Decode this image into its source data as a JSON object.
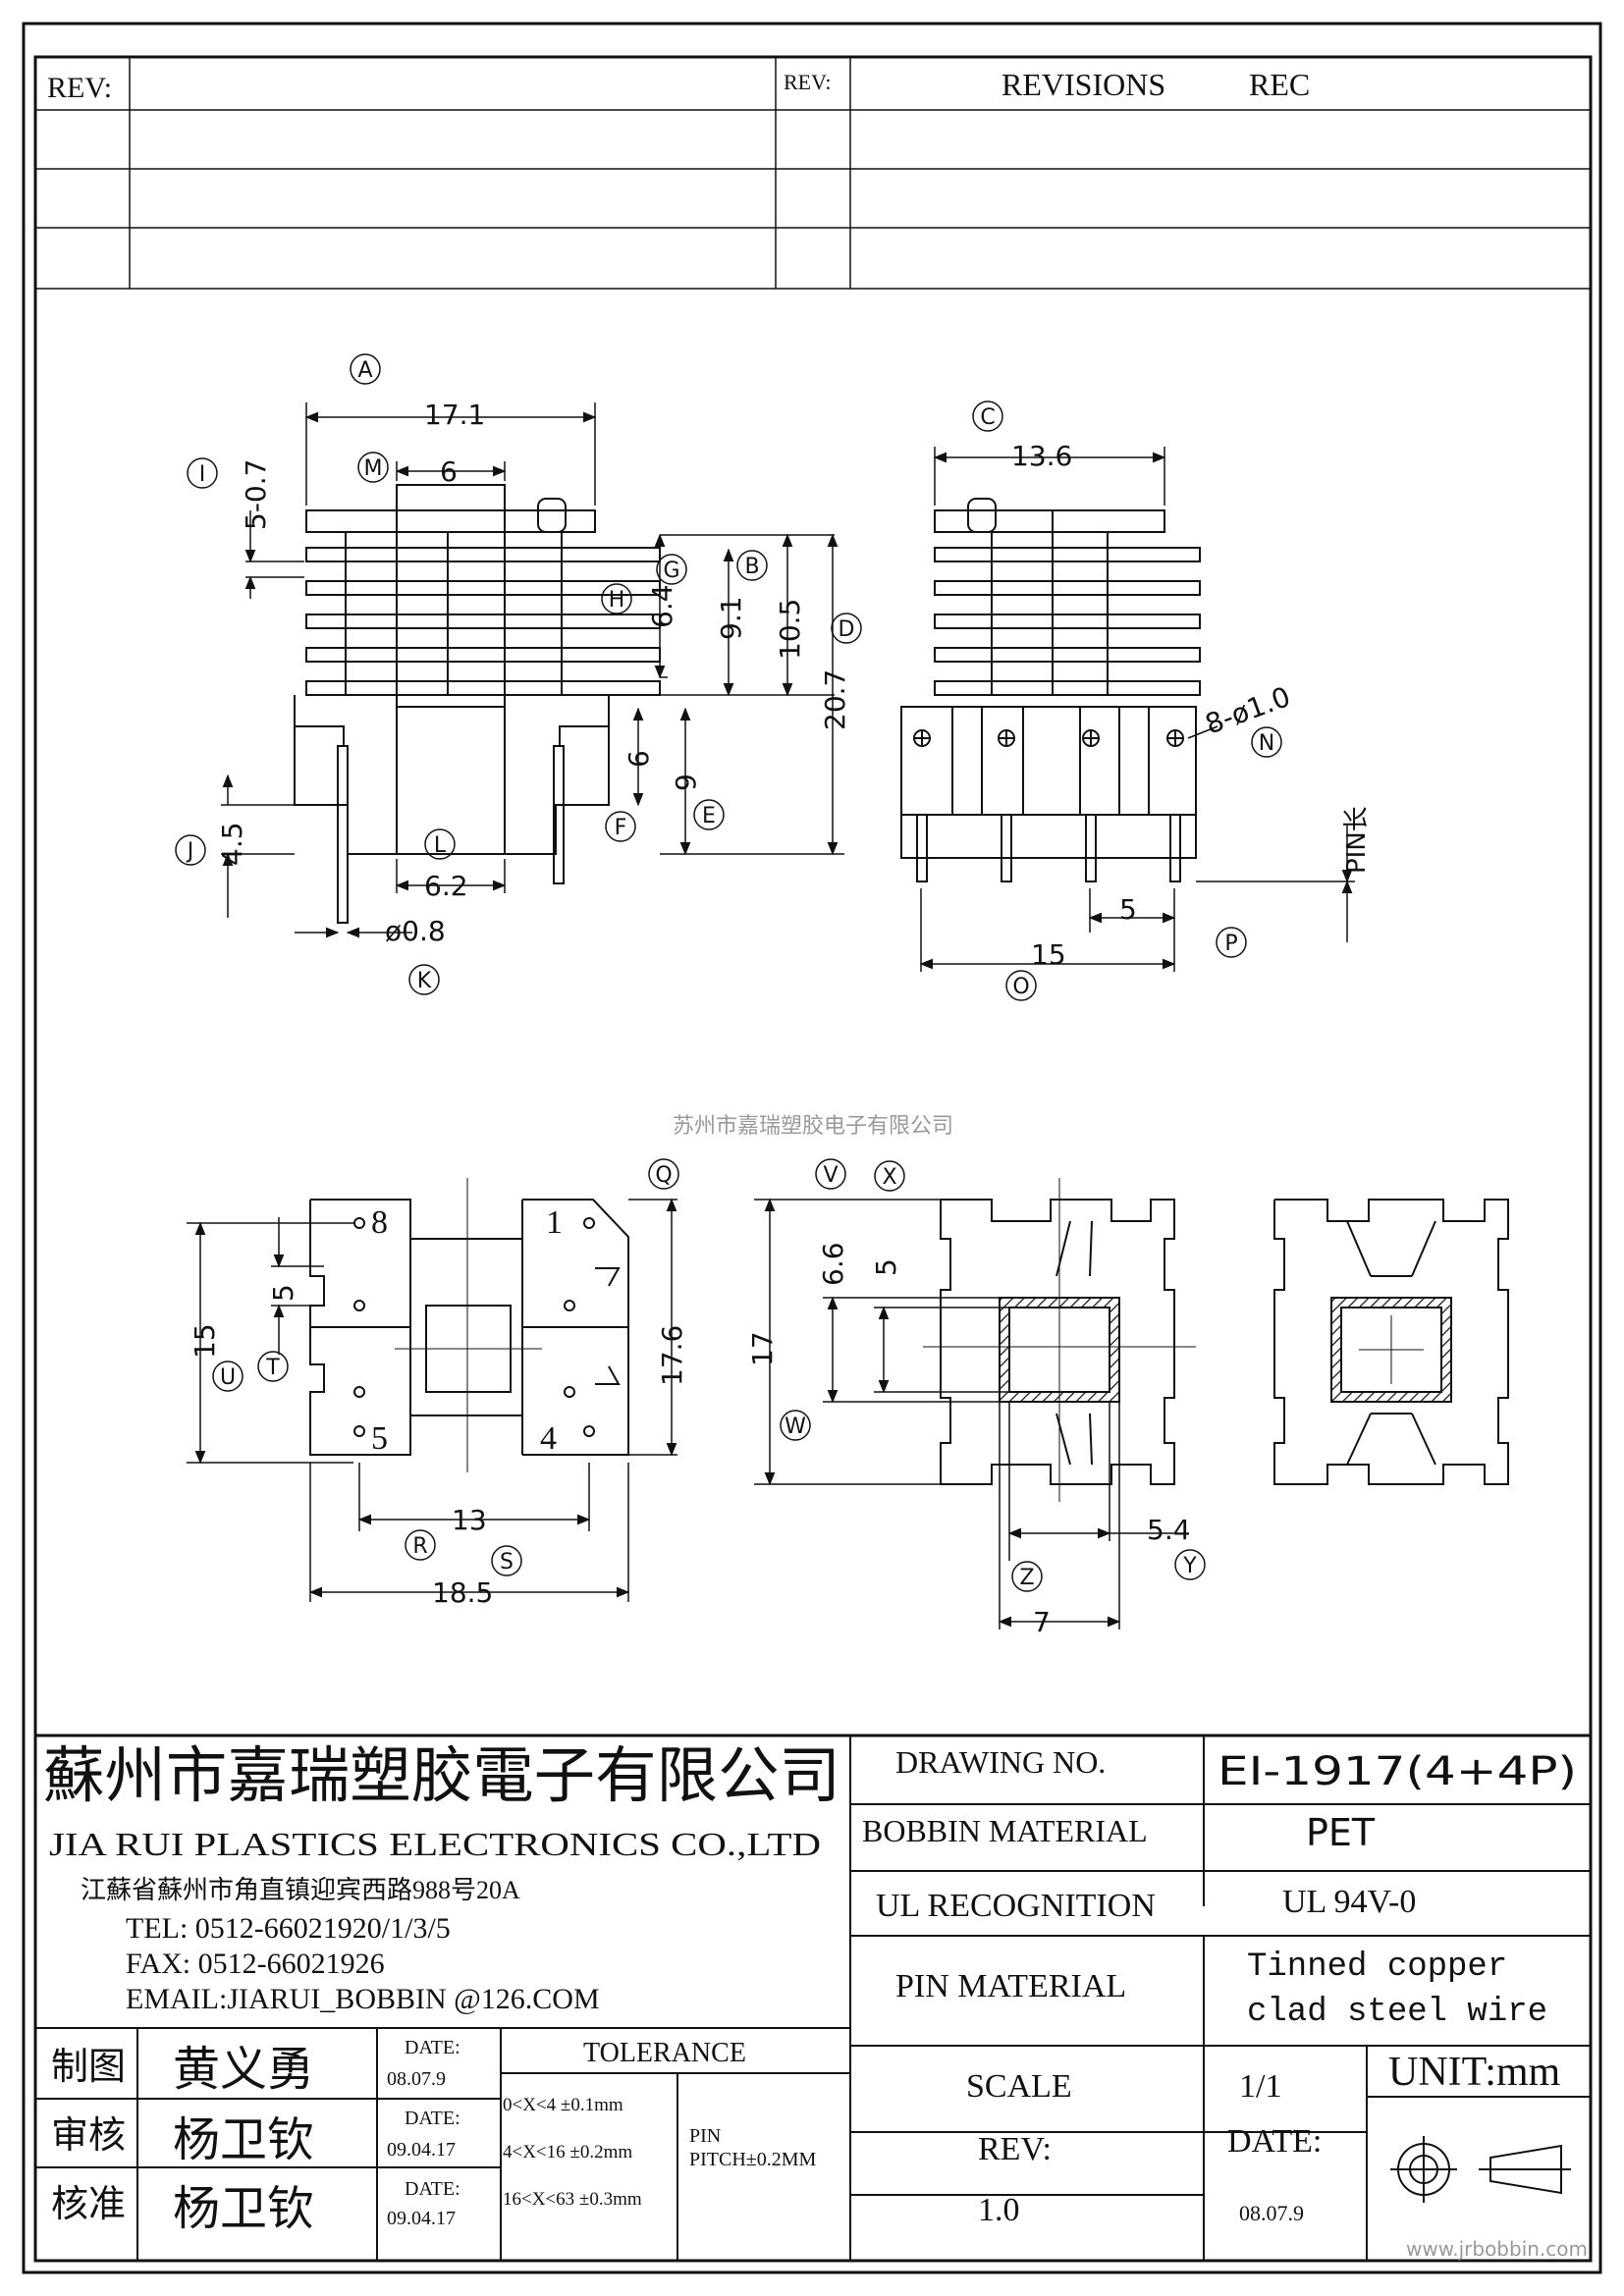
{
  "revision_block": {
    "rev_label_left": "REV:",
    "rev_label_right": "REV:",
    "revisions_header": "REVISIONS",
    "rec_header": "REC"
  },
  "drawing": {
    "view_a": {
      "dim_width": "17.1",
      "dim_slot": "6",
      "dim_top": "5-0.7",
      "dim_g": "6.4",
      "dim_b": "9.1",
      "dim_c": "10.5",
      "dim_d": "20.7",
      "dim_f": "6",
      "dim_e": "9",
      "dim_j": "4.5",
      "dim_l": "6.2",
      "dim_k": "ø0.8",
      "markers": [
        "A",
        "M",
        "I",
        "G",
        "B",
        "H",
        "D",
        "F",
        "E",
        "J",
        "L",
        "K"
      ]
    },
    "view_c": {
      "dim_width": "13.6",
      "dim_pin_hole": "8-ø1.0",
      "dim_pitch": "5",
      "dim_span": "15",
      "pin_length_label": "PIN长",
      "markers": [
        "C",
        "N",
        "O",
        "P"
      ]
    },
    "view_q": {
      "dim_15": "15",
      "dim_5": "5",
      "dim_17_6": "17.6",
      "dim_13": "13",
      "dim_18_5": "18.5",
      "pin_8": "8",
      "pin_1": "1",
      "pin_5": "5",
      "pin_4": "4",
      "markers": [
        "Q",
        "U",
        "T",
        "R",
        "S"
      ]
    },
    "view_v": {
      "dim_17": "17",
      "dim_6_6": "6.6",
      "dim_5": "5",
      "dim_5_4": "5.4",
      "dim_7": "7",
      "markers": [
        "V",
        "X",
        "W",
        "Z",
        "Y"
      ]
    },
    "watermark_center": "苏州市嘉瑞塑胶电子有限公司"
  },
  "title_block": {
    "company_cn": "蘇州市嘉瑞塑胶電子有限公司",
    "company_en": "JIA RUI PLASTICS ELECTRONICS CO.,LTD",
    "address": "江蘇省蘇州市角直镇迎宾西路988号20A",
    "tel": "TEL: 0512-66021920/1/3/5",
    "fax": "FAX: 0512-66021926",
    "email": "EMAIL:JIARUI_BOBBIN @126.COM",
    "rows": [
      {
        "role": "制图",
        "name": "黄义勇",
        "date_label": "DATE:",
        "date": "08.07.9"
      },
      {
        "role": "审核",
        "name": "杨卫钦",
        "date_label": "DATE:",
        "date": "09.04.17"
      },
      {
        "role": "核准",
        "name": "杨卫钦",
        "date_label": "DATE:",
        "date": "09.04.17"
      }
    ],
    "tolerance_header": "TOLERANCE",
    "tolerances": [
      "0<X<4  ±0.1mm",
      "4<X<16 ±0.2mm",
      "16<X<63 ±0.3mm"
    ],
    "pin_pitch_1": "PIN",
    "pin_pitch_2": "PITCH±0.2MM",
    "drawing_no_label": "DRAWING  NO.",
    "drawing_no": "EI-1917(4+4P)",
    "bobbin_material_label": "BOBBIN  MATERIAL",
    "bobbin_material": "PET",
    "ul_label": "UL RECOGNITION",
    "ul_value": "UL 94V-0",
    "pin_material_label": "PIN MATERIAL",
    "pin_material_1": "Tinned copper",
    "pin_material_2": "clad steel wire",
    "scale_label": "SCALE",
    "scale_value": "1/1",
    "unit": "UNIT:mm",
    "rev_label": "REV:",
    "rev_value": "1.0",
    "date_label": "DATE:",
    "date_value": "08.07.9",
    "footer_url": "www.jrbobbin.com"
  }
}
